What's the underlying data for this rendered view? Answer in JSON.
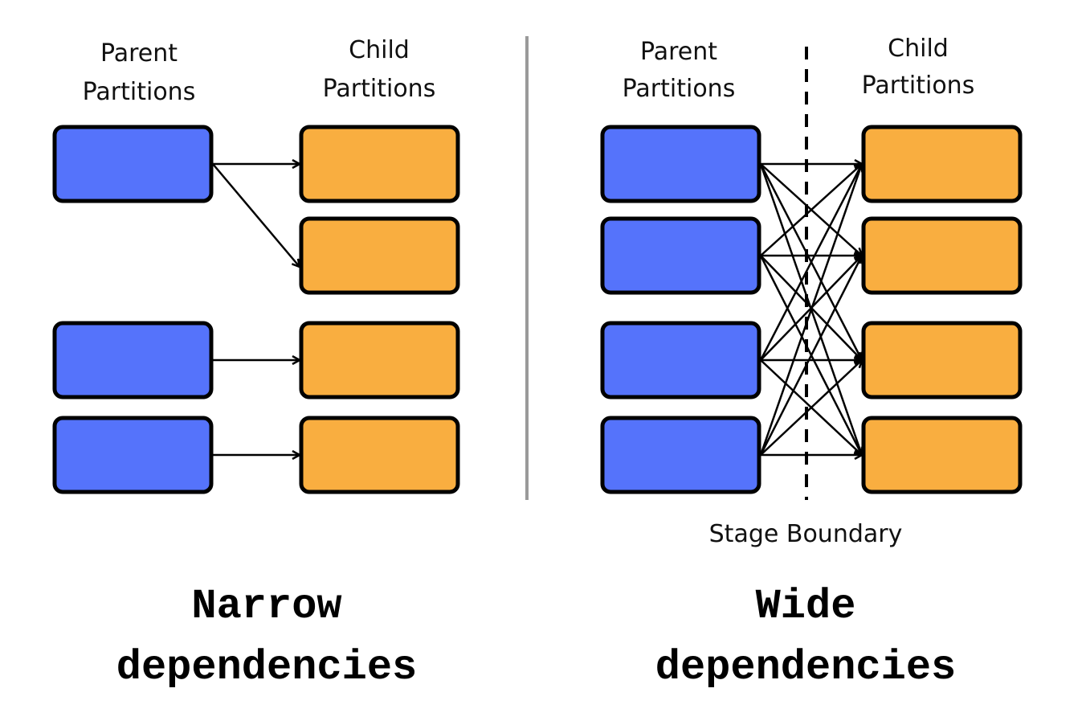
{
  "colors": {
    "parent": "#5573fb",
    "child": "#f9ae40",
    "outline": "#000000",
    "divider": "#9a9a9a"
  },
  "panels": [
    {
      "id": "narrow",
      "title_line1": "Narrow",
      "title_line2": "dependencies",
      "parent_header_line1": "Parent",
      "parent_header_line2": "Partitions",
      "child_header_line1": "Child",
      "child_header_line2": "Partitions",
      "parents": [
        0,
        2,
        3
      ],
      "children": [
        0,
        1,
        2,
        3
      ],
      "edges": [
        [
          0,
          0
        ],
        [
          0,
          1
        ],
        [
          2,
          2
        ],
        [
          3,
          3
        ]
      ]
    },
    {
      "id": "wide",
      "title_line1": "Wide",
      "title_line2": "dependencies",
      "parent_header_line1": "Parent",
      "parent_header_line2": "Partitions",
      "child_header_line1": "Child",
      "child_header_line2": "Partitions",
      "boundary_label": "Stage Boundary",
      "parents": [
        0,
        1,
        2,
        3
      ],
      "children": [
        0,
        1,
        2,
        3
      ],
      "edges": [
        [
          0,
          0
        ],
        [
          0,
          1
        ],
        [
          0,
          2
        ],
        [
          0,
          3
        ],
        [
          1,
          0
        ],
        [
          1,
          1
        ],
        [
          1,
          2
        ],
        [
          1,
          3
        ],
        [
          2,
          0
        ],
        [
          2,
          1
        ],
        [
          2,
          2
        ],
        [
          2,
          3
        ],
        [
          3,
          0
        ],
        [
          3,
          1
        ],
        [
          3,
          2
        ],
        [
          3,
          3
        ]
      ]
    }
  ]
}
